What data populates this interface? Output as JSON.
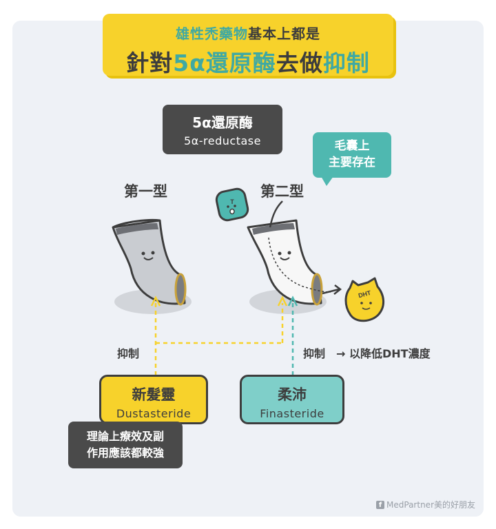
{
  "title": {
    "line1_highlight": "雄性禿藥物",
    "line1_rest": "基本上都是",
    "line2_pre": "針對",
    "line2_highlight1": "5α還原酶",
    "line2_mid": "去做",
    "line2_highlight2": "抑制"
  },
  "enzyme": {
    "name_zh": "5α還原酶",
    "name_en": "5α-reductase"
  },
  "bubble": {
    "line1": "毛囊上",
    "line2": "主要存在"
  },
  "types": {
    "type1": "第一型",
    "type2": "第二型"
  },
  "icons": {
    "testosterone_letter": "T",
    "dht_letter": "DHT"
  },
  "inhibit_label_left": "抑制",
  "inhibit_label_right": "抑制",
  "result_text": "→ 以降低DHT濃度",
  "drugs": {
    "dutasteride": {
      "name_zh": "新髮靈",
      "name_en": "Dustasteride",
      "color": "#f7d22b"
    },
    "finasteride": {
      "name_zh": "柔沛",
      "name_en": "Finasteride",
      "color": "#7fcfc9"
    }
  },
  "note": {
    "line1": "理論上療效及副",
    "line2": "作用應該都較強"
  },
  "credit": {
    "brand": "MedPartner美的好朋友",
    "icon": "facebook-icon"
  },
  "colors": {
    "yellow": "#f7d22b",
    "teal": "#4fb8b0",
    "dark": "#4a4a4a",
    "panel": "#eef1f6"
  }
}
